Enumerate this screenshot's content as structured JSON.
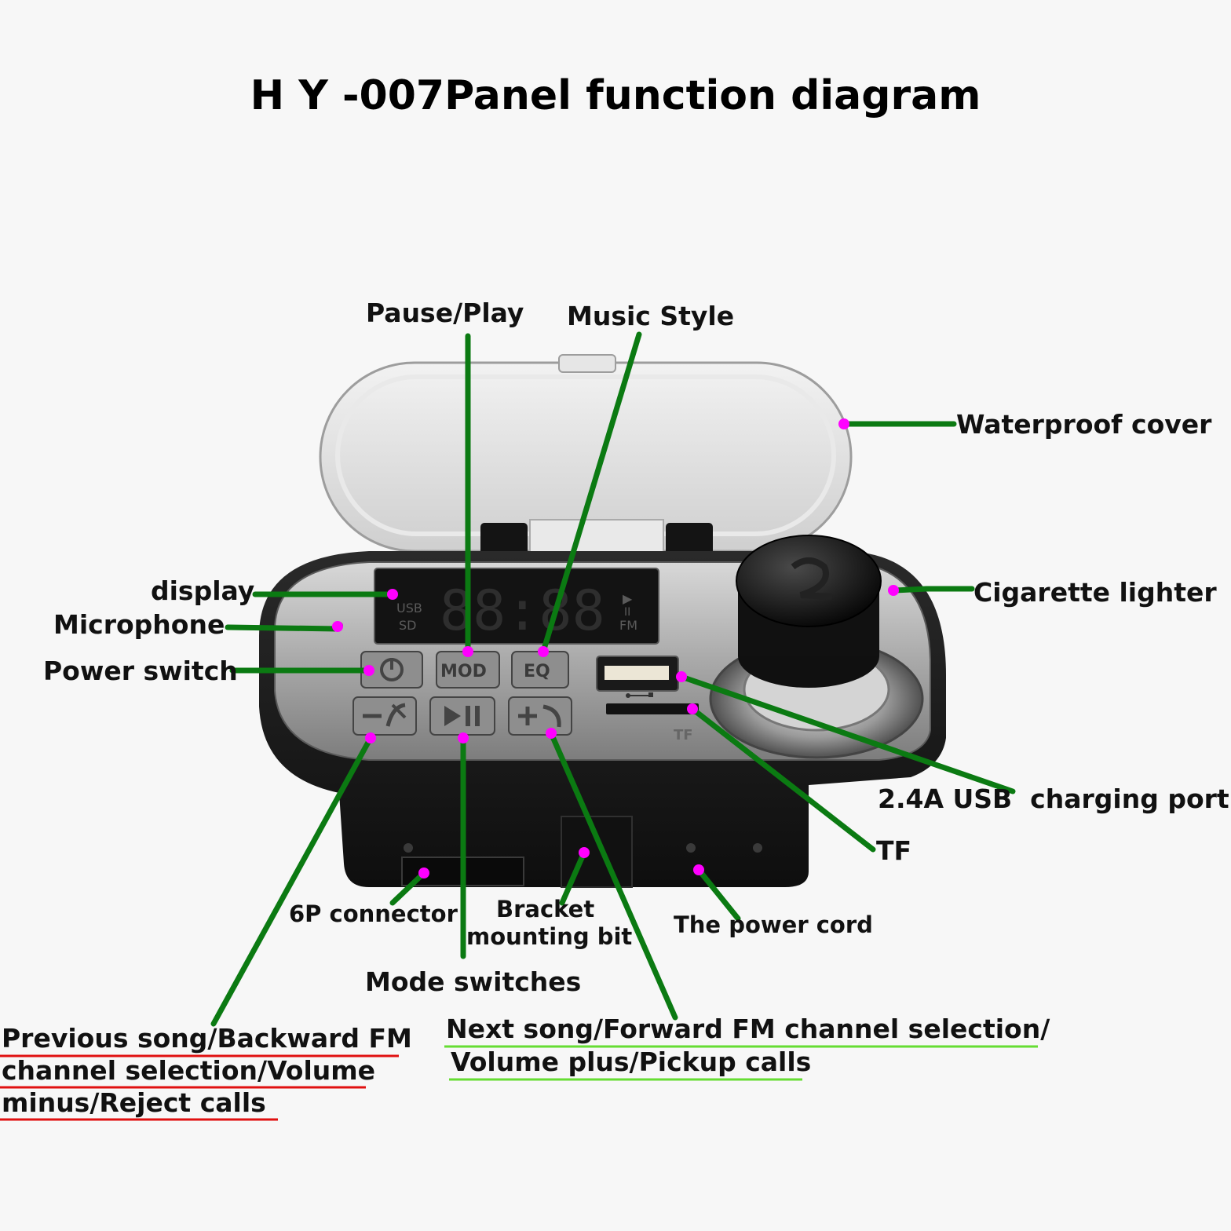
{
  "title": "H Y -007Panel function diagram",
  "colors": {
    "leader": "#0b7a12",
    "marker": "#ff00ff",
    "underline_left": "#e01010",
    "underline_right": "#66dd33"
  },
  "device": {
    "lcd_usb": "USB",
    "lcd_sd": "SD",
    "lcd_fm": "FM",
    "lcd_play": "▶",
    "lcd_pause": "II",
    "lcd_digits": "88:88",
    "btn_mod": "MOD",
    "btn_eq": "EQ",
    "tf_port": "TF",
    "icons": [
      "power-icon",
      "hangup-icon",
      "play-pause-icon",
      "pickup-icon",
      "usb-icon"
    ]
  },
  "labels": {
    "pause_play": "Pause/Play",
    "music_style": "Music Style",
    "waterproof_cover": "Waterproof cover",
    "display": "display",
    "microphone": "Microphone",
    "power_switch": "Power switch",
    "cigarette_lighter": "Cigarette lighter",
    "usb_port": "2.4A USB  charging port",
    "tf": "TF",
    "connector_6p": "6P connector",
    "bracket_line1": "Bracket",
    "bracket_line2": "mounting bit",
    "power_cord": "The power cord",
    "mode_switches": "Mode switches",
    "prev_line1": "Previous song/Backward FM",
    "prev_line2": "channel selection/Volume",
    "prev_line3": "minus/Reject calls",
    "next_line1": "Next song/Forward FM channel selection/",
    "next_line2": "Volume plus/Pickup calls"
  }
}
